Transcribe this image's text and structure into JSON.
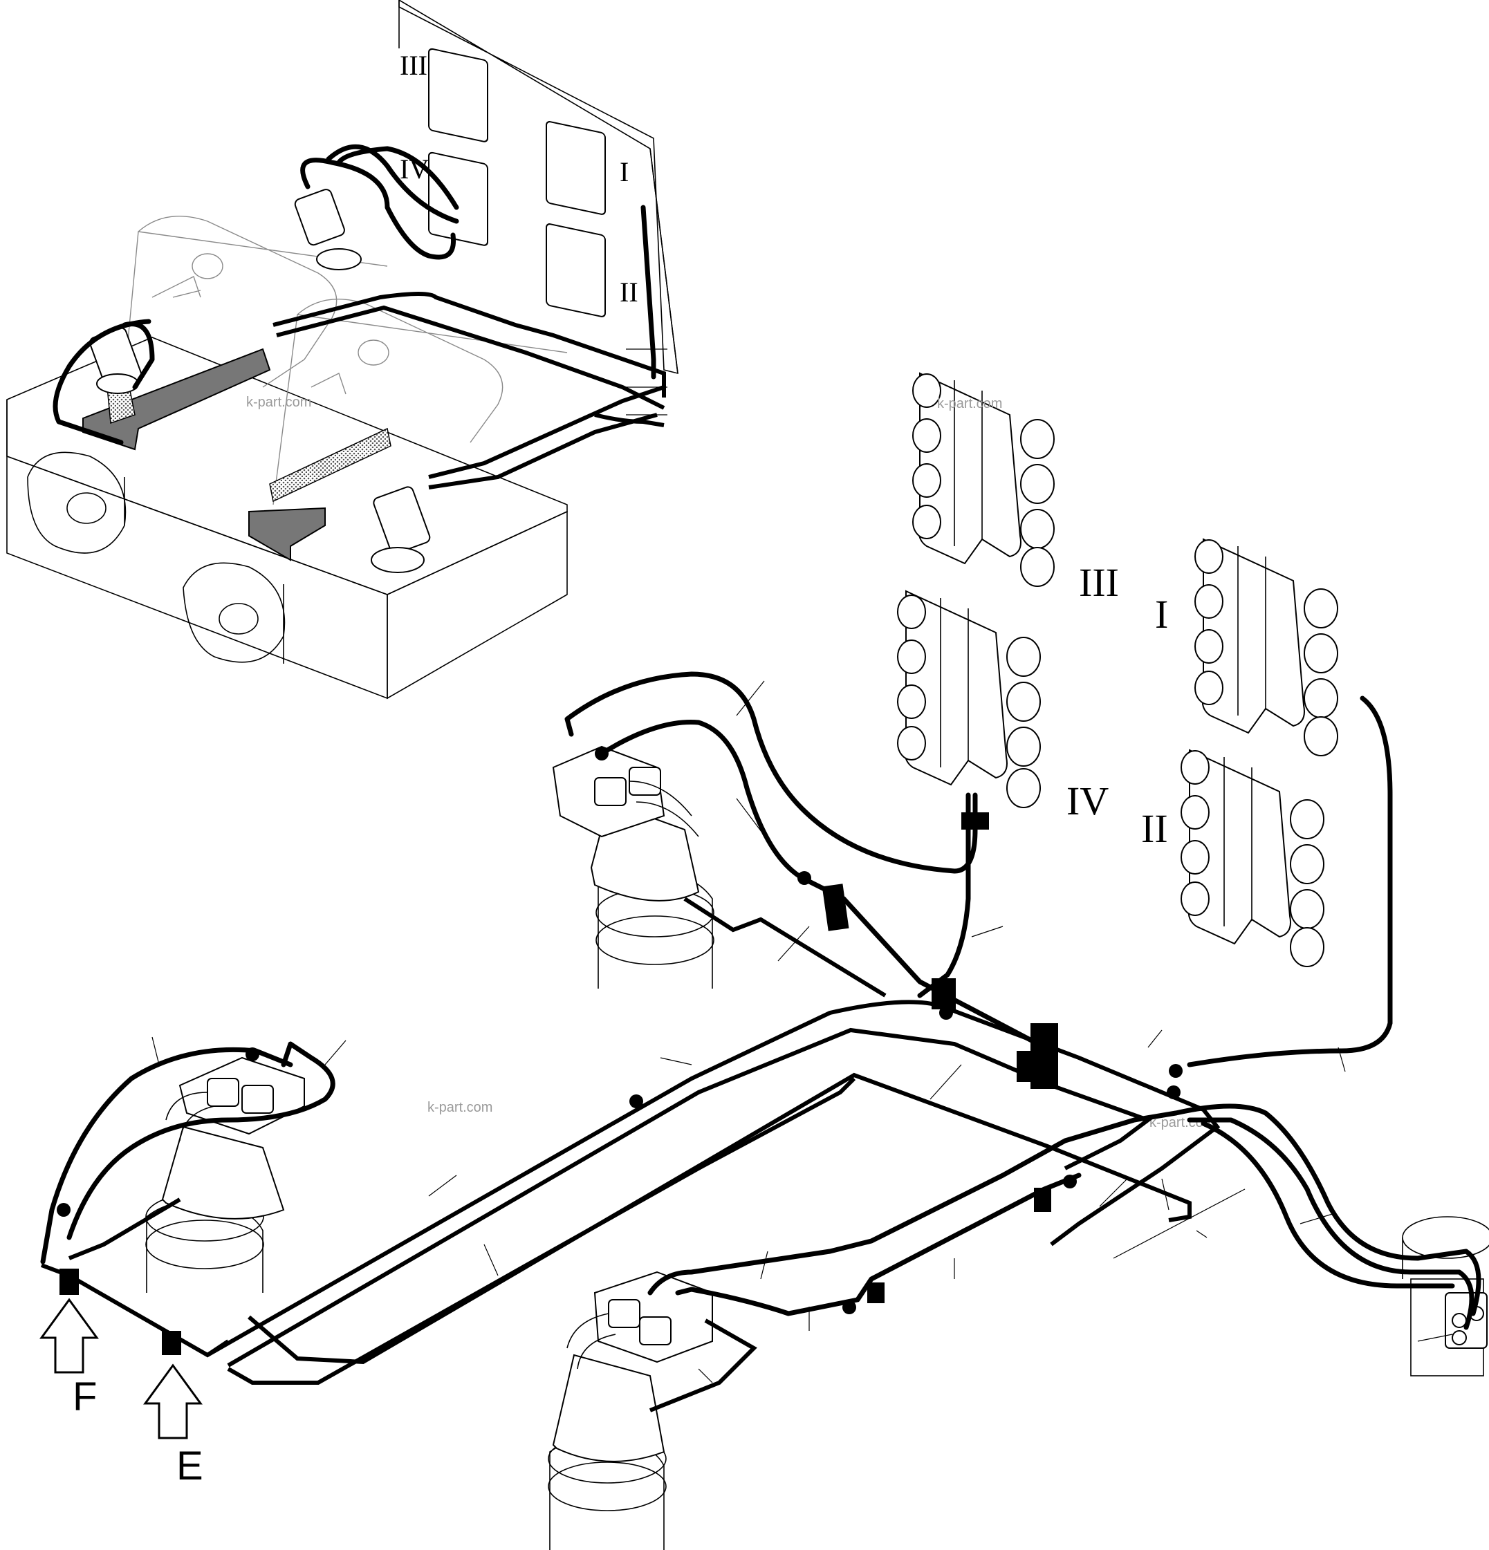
{
  "diagram": {
    "callouts": {
      "arrow_f": "F",
      "arrow_e": "E"
    },
    "valve_labels": {
      "inset_iii": "III",
      "inset_iv": "IV",
      "inset_i": "I",
      "inset_ii": "II",
      "main_iii": "III",
      "main_i": "I",
      "main_iv": "IV",
      "main_ii": "II"
    },
    "watermarks": {
      "wm1": "k-part.com",
      "wm2": "k-part.com",
      "wm3": "k-part.com",
      "wm4": "k-part.com"
    },
    "colors": {
      "line": "#000000",
      "background": "#ffffff",
      "shaded": "#7a7a7a",
      "faint": "#8a8a8a"
    }
  }
}
